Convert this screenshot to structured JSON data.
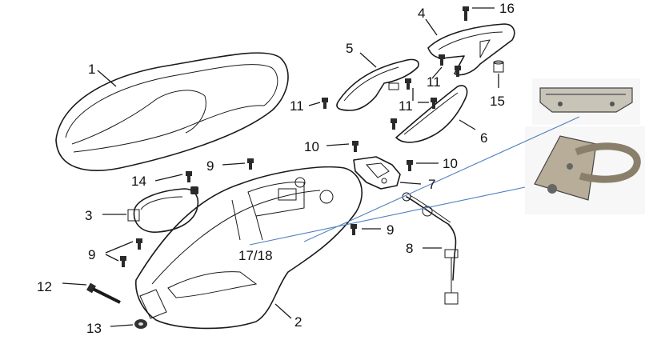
{
  "labels": {
    "p1": "1",
    "p2": "2",
    "p3": "3",
    "p4": "4",
    "p5": "5",
    "p6": "6",
    "p7": "7",
    "p8": "8",
    "p9a": "9",
    "p9b": "9",
    "p9c": "9",
    "p10a": "10",
    "p10b": "10",
    "p11a": "11",
    "p11b": "11",
    "p11c": "11",
    "p12": "12",
    "p13": "13",
    "p14": "14",
    "p15": "15",
    "p16": "16",
    "p17_18": "17/18"
  },
  "colors": {
    "callout": "#4f7fc0",
    "ink": "#1a1a1a"
  }
}
